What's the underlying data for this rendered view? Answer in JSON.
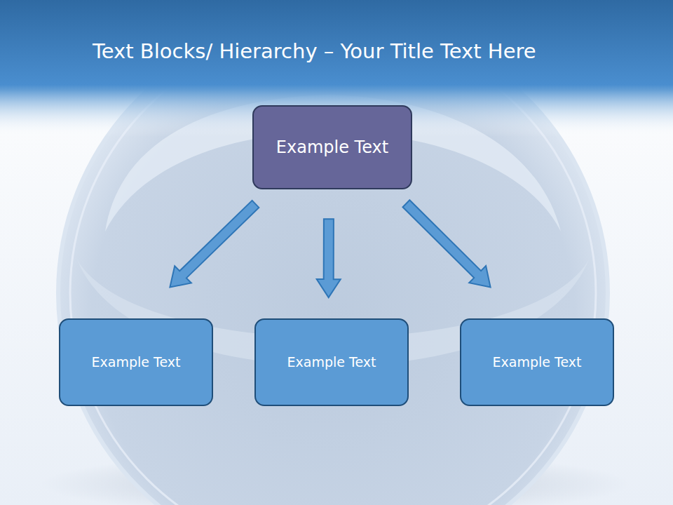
{
  "diagram": {
    "title": "Text Blocks/ Hierarchy – Your Title Text Here",
    "nodes": [
      {
        "text": [
          "Example Text"
        ]
      },
      {
        "text": [
          "Example Text"
        ]
      },
      {
        "text": [
          "Example Text"
        ]
      },
      {
        "text": [
          "Example Text"
        ]
      }
    ],
    "edges": [
      {
        "from": 0,
        "to": 1,
        "arrow": "to"
      },
      {
        "from": 0,
        "to": 2,
        "arrow": "to"
      },
      {
        "from": 0,
        "to": 3,
        "arrow": "to"
      }
    ]
  }
}
